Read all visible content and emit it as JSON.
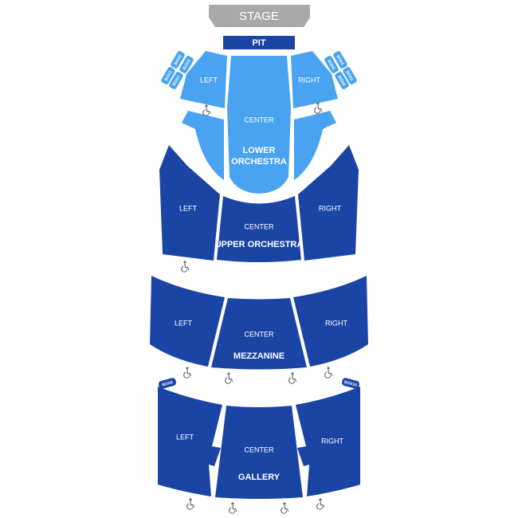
{
  "stage": "STAGE",
  "pit": "PIT",
  "lower_orchestra": {
    "left": "LEFT",
    "center": "CENTER",
    "right": "RIGHT",
    "name": [
      "LOWER",
      "ORCHESTRA"
    ]
  },
  "upper_orchestra": {
    "left": "LEFT",
    "center": "CENTER",
    "right": "RIGHT",
    "name": "UPPER ORCHESTRA"
  },
  "mezzanine": {
    "left": "LEFT",
    "center": "CENTER",
    "right": "RIGHT",
    "name": "MEZZANINE"
  },
  "gallery": {
    "left": "LEFT",
    "center": "CENTER",
    "right": "RIGHT",
    "name": "GALLERY"
  },
  "boxes": {
    "left": [
      "BOX5",
      "BOX3",
      "BOX1",
      "BOX7"
    ],
    "right": [
      "BOX6",
      "BOX4",
      "BOX8",
      "BOX2"
    ],
    "gallery_left": "BOX9",
    "gallery_right": "BOX10"
  },
  "colors": {
    "stage": "#a9a9a9",
    "lower": "#4aa3f0",
    "upper": "#1b45a5",
    "wheelchair": "#6b6b6b"
  },
  "icons": {
    "accessible": "wheelchair-icon"
  }
}
